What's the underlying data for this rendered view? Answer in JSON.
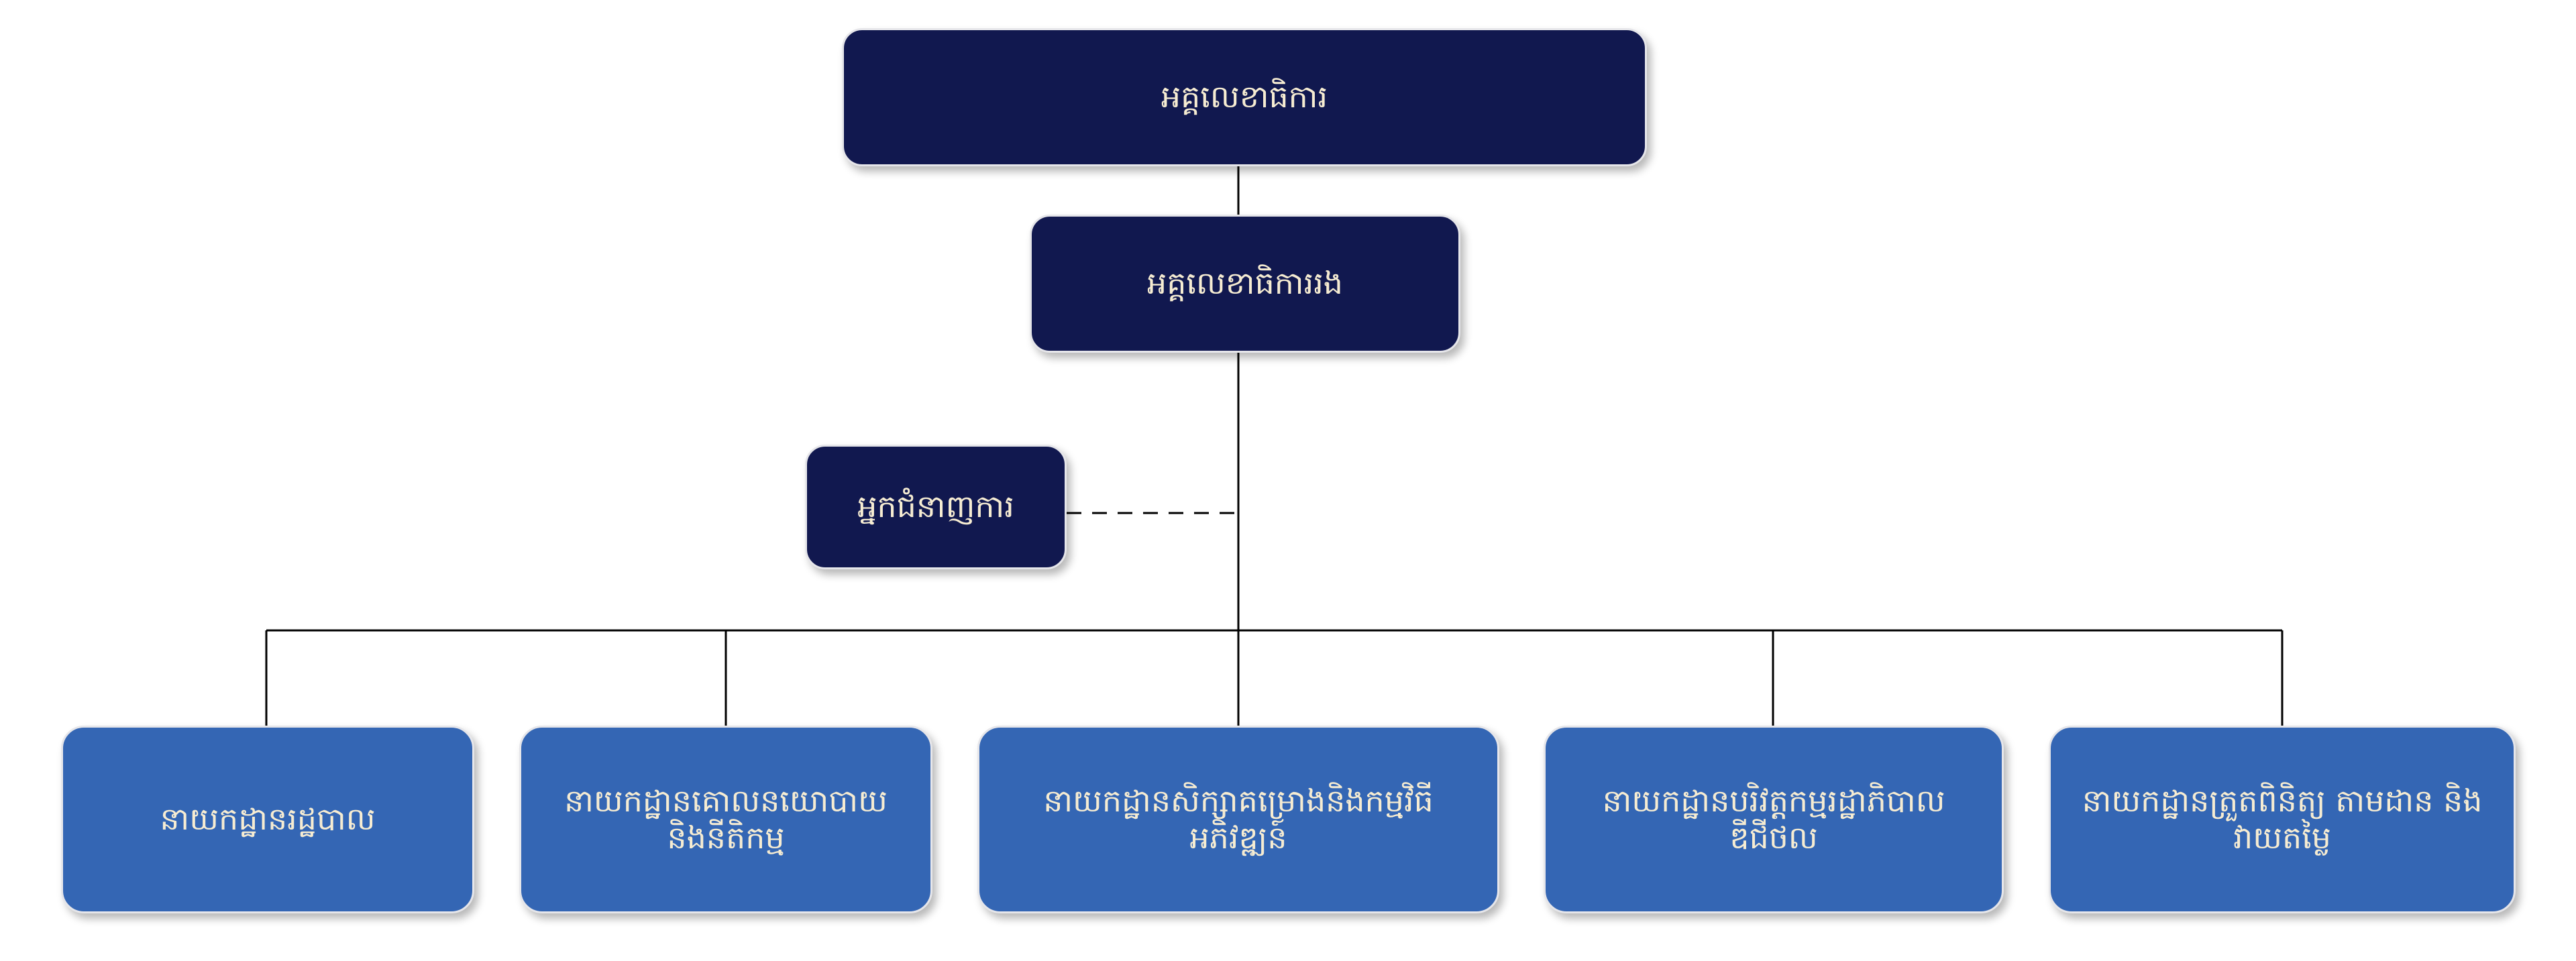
{
  "org_chart": {
    "secretary_general": "អគ្គលេខាធិការ",
    "deputy_secretary_general": "អគ្គលេខាធិការរង",
    "advisor": "អ្នកជំនាញការ",
    "departments": [
      "នាយកដ្ឋានរដ្ឋបាល",
      "នាយកដ្ឋានគោលនយោបាយ និងនីតិកម្ម",
      "នាយកដ្ឋានសិក្សាគម្រោងនិងកម្មវិធី អភិវឌ្ឍន៍",
      "នាយកដ្ឋានបរិវត្តកម្មរដ្ឋាភិបាល ឌីជីថល",
      "នាយកដ្ឋានត្រួតពិនិត្យ តាមដាន និង វាយតម្លៃ"
    ]
  },
  "colors": {
    "executive_box": "#11184f",
    "department_box": "#3466b4",
    "box_text": "#f6ecd2",
    "connector": "#000000"
  }
}
